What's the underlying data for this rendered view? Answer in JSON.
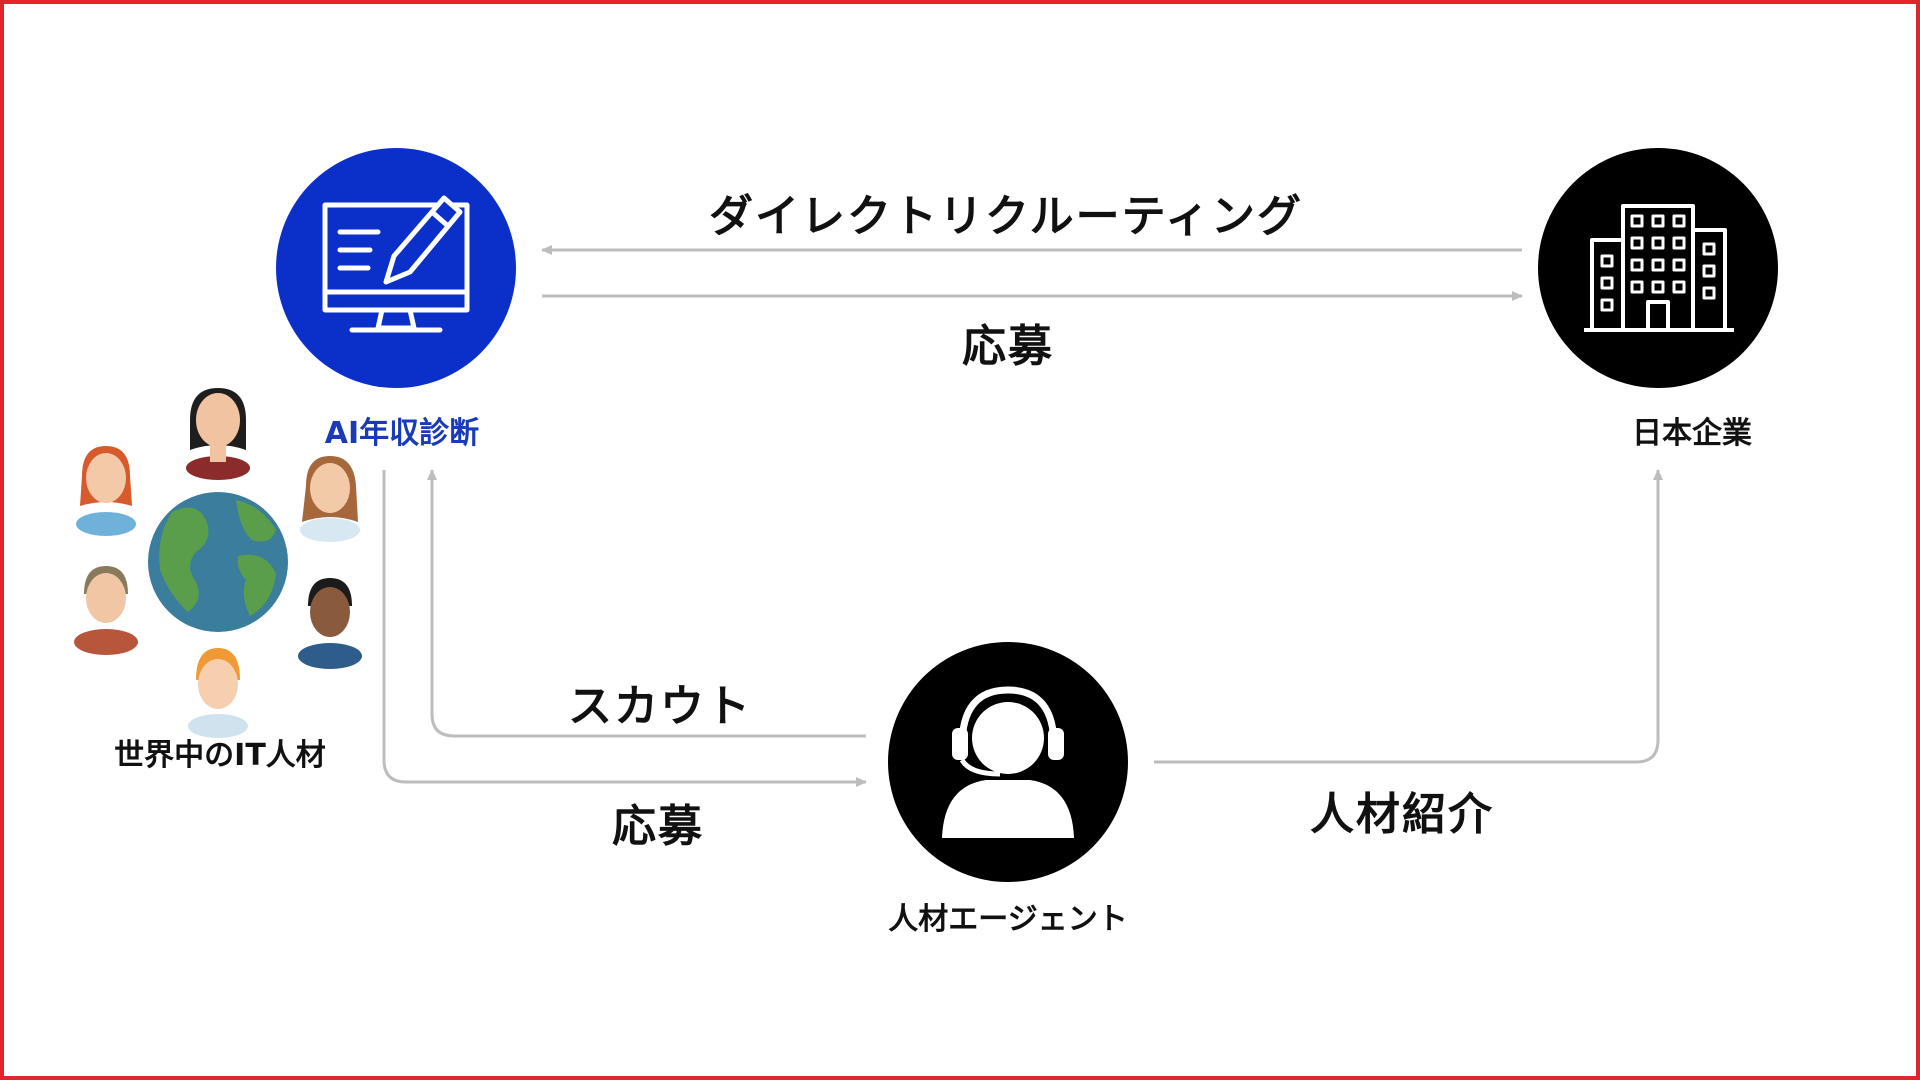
{
  "colors": {
    "frame": "#e2252b",
    "ai_node": "#0b2fc9",
    "dark_node": "#000000",
    "arrow": "#bdbdbd",
    "ai_label": "#1a3bb8"
  },
  "nodes": {
    "ai": {
      "label": "AI年収診断",
      "icon": "monitor-pencil-icon"
    },
    "company": {
      "label": "日本企業",
      "icon": "office-building-icon"
    },
    "agent": {
      "label": "人材エージェント",
      "icon": "headset-person-icon"
    },
    "talent": {
      "label": "世界中のIT人材",
      "icon": "globe-people-icon"
    }
  },
  "edges": {
    "direct_recruiting": "ダイレクトリクルーティング",
    "apply_to_company": "応募",
    "scout": "スカウト",
    "apply_to_agent": "応募",
    "referral": "人材紹介"
  }
}
